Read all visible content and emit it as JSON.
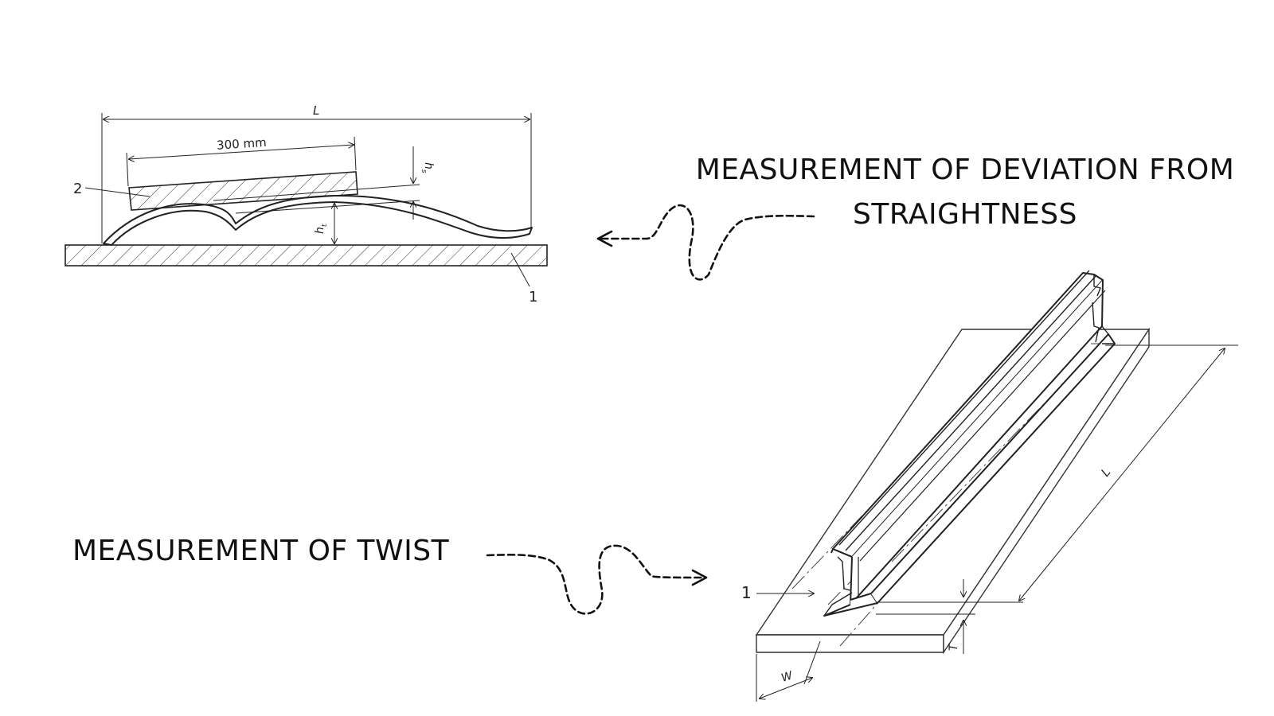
{
  "captions": {
    "straightness_line1": "MEASUREMENT OF DEVIATION FROM",
    "straightness_line2": "STRAIGHTNESS",
    "twist": "MEASUREMENT OF TWIST"
  },
  "straightness_diagram": {
    "dim_overall": "L",
    "dim_ruler": "300 mm",
    "label_straightedge": "2",
    "label_surface_plate": "1",
    "label_hs": "h",
    "label_hs_sub": "s",
    "label_ht": "h",
    "label_ht_sub": "t"
  },
  "twist_diagram": {
    "label_surface_plate": "1",
    "dim_length": "L",
    "dim_width": "W",
    "dim_twist": "T"
  },
  "colors": {
    "ink": "#111111",
    "drawing": "#222222",
    "background": "#ffffff"
  }
}
